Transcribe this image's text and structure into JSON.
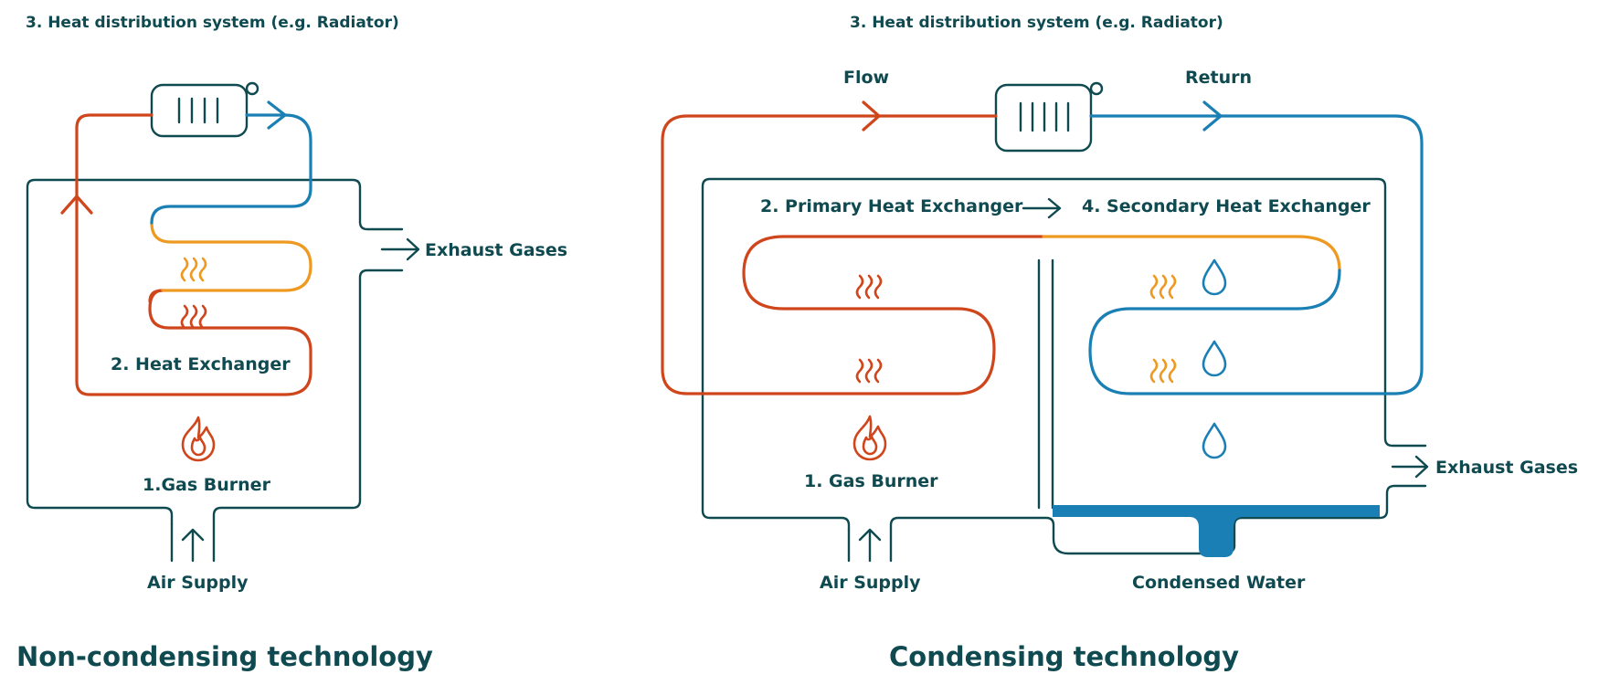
{
  "left": {
    "header": "3. Heat distribution system (e.g. Radiator)",
    "heat_exchanger": "2. Heat Exchanger",
    "gas_burner": "1.Gas Burner",
    "air_supply": "Air Supply",
    "exhaust": "Exhaust Gases",
    "title": "Non-condensing technology"
  },
  "right": {
    "header": "3. Heat distribution system (e.g. Radiator)",
    "flow": "Flow",
    "return": "Return",
    "primary": "2. Primary Heat Exchanger",
    "secondary": "4. Secondary Heat Exchanger",
    "gas_burner": "1. Gas Burner",
    "air_supply": "Air Supply",
    "condensed": "Condensed Water",
    "exhaust": "Exhaust Gases",
    "title": "Condensing technology"
  },
  "colors": {
    "outline": "#0f4a50",
    "hot": "#d0461c",
    "warm": "#ee9a22",
    "cold": "#1a7fb4"
  }
}
